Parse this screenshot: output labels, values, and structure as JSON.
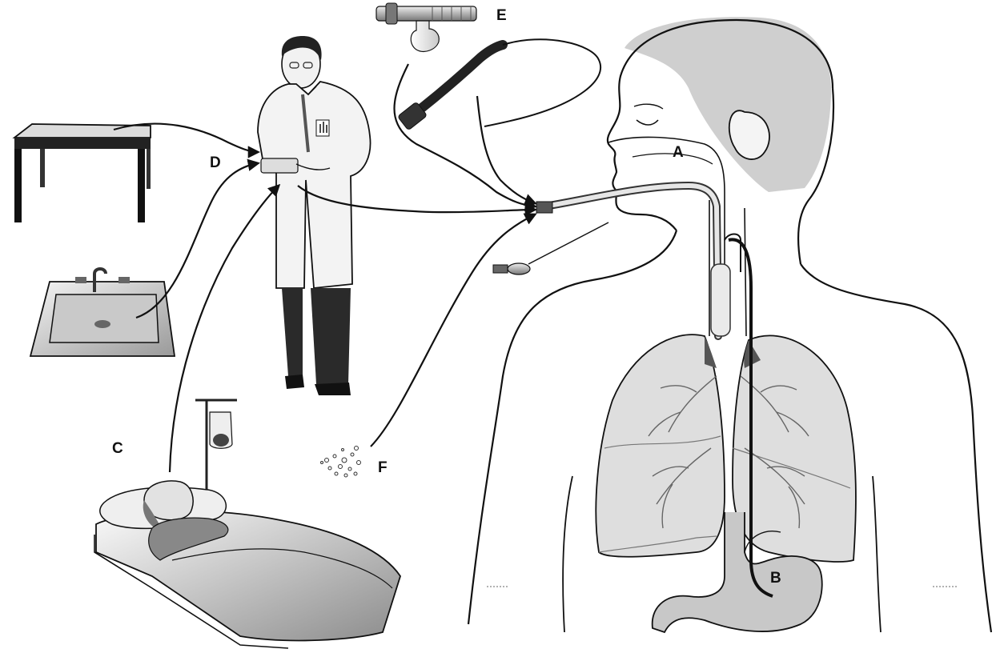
{
  "labels": {
    "a": "A",
    "b": "B",
    "c": "C",
    "d": "D",
    "e": "E",
    "f": "F"
  },
  "colors": {
    "line": "#111111",
    "skin_shade": "#cfcfcf",
    "lung_fill": "#dcdcdc",
    "lung_dark": "#8a8a8a",
    "coat": "#f2f2f2",
    "pants": "#2a2a2a"
  }
}
